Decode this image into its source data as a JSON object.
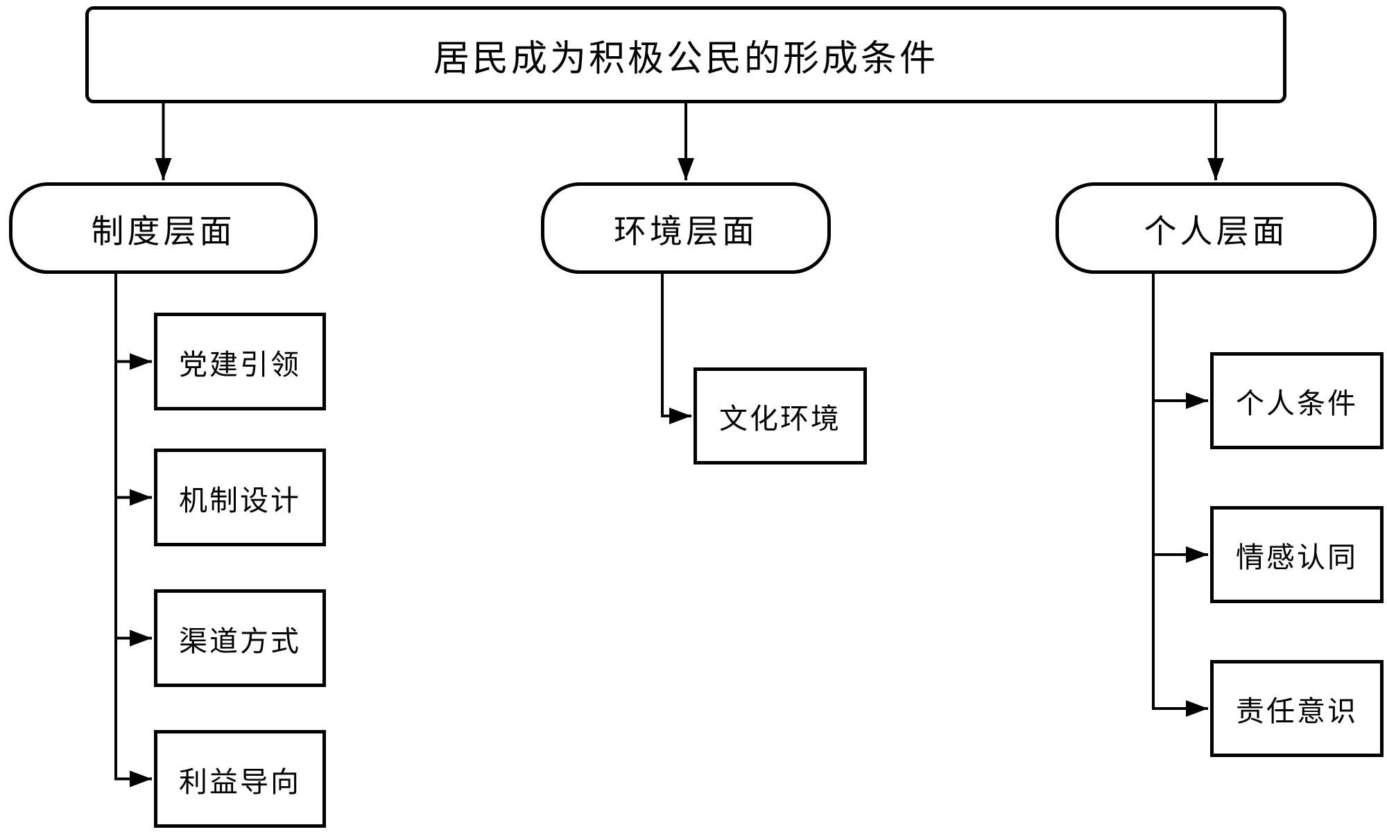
{
  "page": {
    "background_color": "#ffffff",
    "line_color": "#000000",
    "node_fill_color": "#ffffff"
  },
  "diagram": {
    "type": "flowchart-tree",
    "root": {
      "label": "居民成为积极公民的形成条件"
    },
    "branches": [
      {
        "label": "制度层面",
        "children": [
          {
            "label": "党建引领"
          },
          {
            "label": "机制设计"
          },
          {
            "label": "渠道方式"
          },
          {
            "label": "利益导向"
          }
        ]
      },
      {
        "label": "环境层面",
        "children": [
          {
            "label": "文化环境"
          }
        ]
      },
      {
        "label": "个人层面",
        "children": [
          {
            "label": "个人条件"
          },
          {
            "label": "情感认同"
          },
          {
            "label": "责任意识"
          }
        ]
      }
    ]
  }
}
